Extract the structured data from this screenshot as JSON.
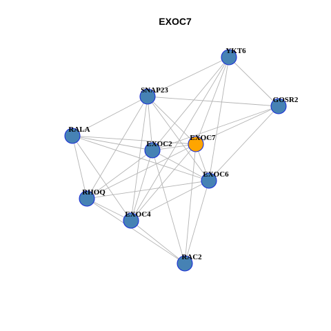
{
  "title": "EXOC7",
  "colors": {
    "node_default": "#4682b4",
    "node_focus": "#ffa500",
    "node_border": "#1a2fd6",
    "edge": "#b3b3b3"
  },
  "nodes": [
    {
      "id": "YKT6",
      "label": "YKT6"
    },
    {
      "id": "SNAP23",
      "label": "SNAP23"
    },
    {
      "id": "GOSR2",
      "label": "GOSR2"
    },
    {
      "id": "RALA",
      "label": "RALA"
    },
    {
      "id": "EXOC7",
      "label": "EXOC7",
      "focus": true
    },
    {
      "id": "EXOC2",
      "label": "EXOC2"
    },
    {
      "id": "EXOC6",
      "label": "EXOC6"
    },
    {
      "id": "RHOQ",
      "label": "RHOQ"
    },
    {
      "id": "EXOC4",
      "label": "EXOC4"
    },
    {
      "id": "RAC2",
      "label": "RAC2"
    }
  ],
  "edges": [
    [
      "YKT6",
      "SNAP23"
    ],
    [
      "YKT6",
      "GOSR2"
    ],
    [
      "YKT6",
      "EXOC7"
    ],
    [
      "YKT6",
      "EXOC2"
    ],
    [
      "YKT6",
      "EXOC6"
    ],
    [
      "YKT6",
      "EXOC4"
    ],
    [
      "SNAP23",
      "GOSR2"
    ],
    [
      "SNAP23",
      "RALA"
    ],
    [
      "SNAP23",
      "EXOC7"
    ],
    [
      "SNAP23",
      "EXOC2"
    ],
    [
      "SNAP23",
      "EXOC6"
    ],
    [
      "SNAP23",
      "RHOQ"
    ],
    [
      "SNAP23",
      "EXOC4"
    ],
    [
      "GOSR2",
      "EXOC7"
    ],
    [
      "GOSR2",
      "EXOC2"
    ],
    [
      "GOSR2",
      "EXOC6"
    ],
    [
      "RALA",
      "EXOC7"
    ],
    [
      "RALA",
      "EXOC2"
    ],
    [
      "RALA",
      "EXOC6"
    ],
    [
      "RALA",
      "RHOQ"
    ],
    [
      "RALA",
      "EXOC4"
    ],
    [
      "EXOC7",
      "EXOC2"
    ],
    [
      "EXOC7",
      "EXOC6"
    ],
    [
      "EXOC7",
      "RHOQ"
    ],
    [
      "EXOC7",
      "EXOC4"
    ],
    [
      "EXOC7",
      "RAC2"
    ],
    [
      "EXOC2",
      "EXOC6"
    ],
    [
      "EXOC2",
      "RHOQ"
    ],
    [
      "EXOC2",
      "EXOC4"
    ],
    [
      "EXOC2",
      "RAC2"
    ],
    [
      "EXOC6",
      "RHOQ"
    ],
    [
      "EXOC6",
      "EXOC4"
    ],
    [
      "EXOC6",
      "RAC2"
    ],
    [
      "RHOQ",
      "EXOC4"
    ],
    [
      "RHOQ",
      "RAC2"
    ],
    [
      "EXOC4",
      "RAC2"
    ]
  ]
}
